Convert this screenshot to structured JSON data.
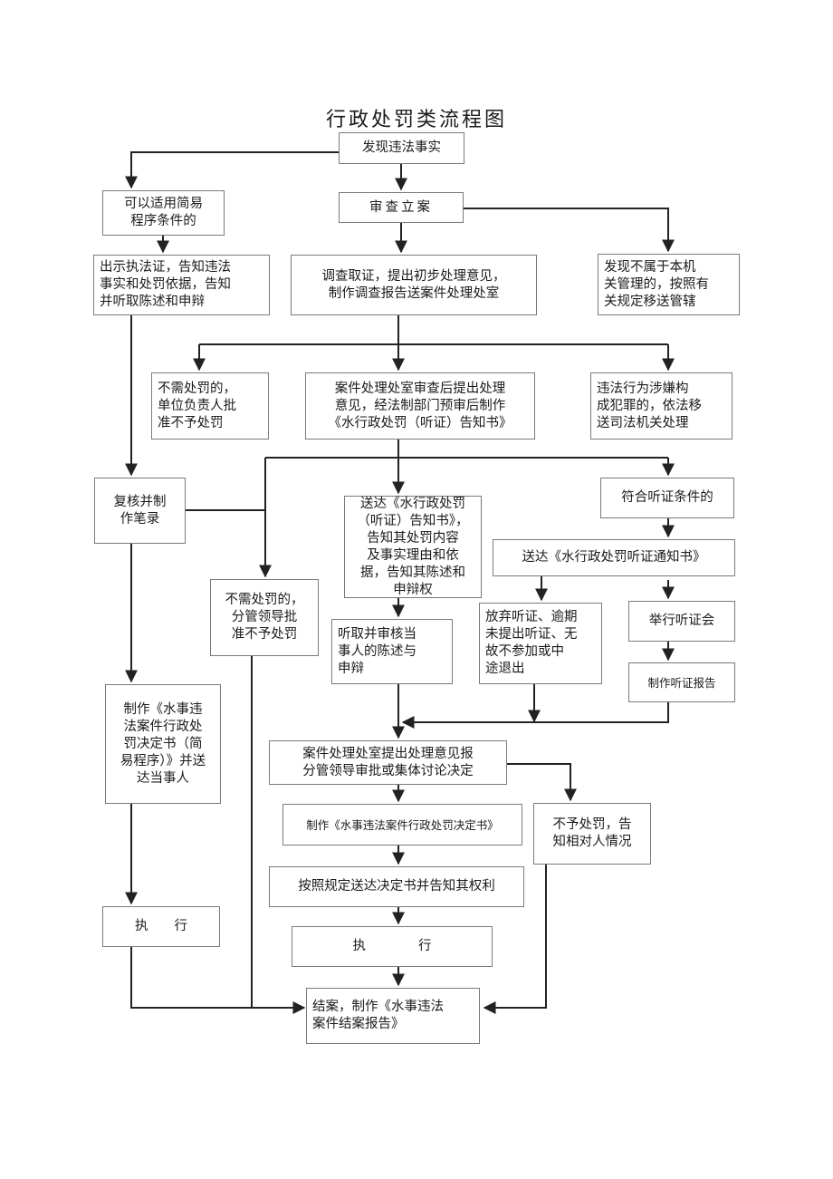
{
  "title": "行政处罚类流程图",
  "nodes": {
    "discover": "发现违法事实",
    "simple_cond": "可以适用简易\n程序条件的",
    "file_case": "审查立案",
    "show_cert": "出示执法证，告知违法\n事实和处罚依据，告知\n并听取陈述和申辩",
    "investigate": "调查取证，提出初步处理意见，\n制作调查报告送案件处理处室",
    "transfer": "发现不属于本机\n关管理的，按照有\n关规定移送管辖",
    "no_penalty_unit": "不需处罚的，\n单位负责人批\n准不予处罚",
    "review_notice": "案件处理处室审查后提出处理\n意见，经法制部门预审后制作\n《水行政处罚（听证）告知书》",
    "criminal": "违法行为涉嫌构\n成犯罪的，依法移\n送司法机关处理",
    "recheck": "复核并制\n作笔录",
    "deliver_notice": "送达《水行政处罚\n（听证）告知书》，\n告知其处罚内容\n及事实理由和依\n据，告知其陈述和\n申辩权",
    "hearing_cond": "符合听证条件的",
    "deliver_hearing": "送达《水行政处罚听证通知书》",
    "no_penalty_leader": "不需处罚的，\n分管领导批\n准不予处罚",
    "listen": "听取并审核当\n事人的陈述与\n申辩",
    "waive": "放弃听证、逾期\n未提出听证、无\n故不参加或中\n途退出",
    "hold_hearing": "举行听证会",
    "hearing_report": "制作听证报告",
    "simple_decision": "制作《水事违\n法案件行政处\n罚决定书（简\n易程序）》并送\n达当事人",
    "propose_opinion": "案件处理处室提出处理意见报\n分管领导审批或集体讨论决定",
    "make_decision": "制作《水事违法案件行政处罚决定书》",
    "no_penalty_inform": "不予处罚，告\n知相对人情况",
    "deliver_decision": "按照规定送达决定书并告知其权利",
    "execute_left": "执　　行",
    "execute_right": "执　　　　行",
    "close_case": "结案，制作《水事违法\n案件结案报告》"
  }
}
